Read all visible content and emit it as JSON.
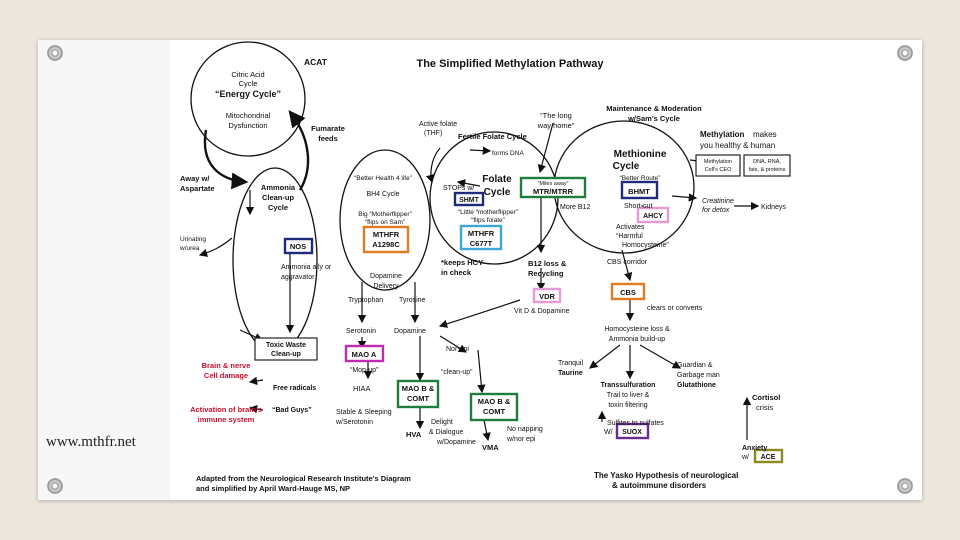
{
  "title": "The Simplified Methylation Pathway",
  "website": "www.mthfr.net",
  "acat": "ACAT",
  "energy_cycle": {
    "l1": "Citric Acid",
    "l2": "Cycle",
    "l3": "“Energy Cycle”",
    "l4": "Mitochondrial",
    "l5": "Dysfunction"
  },
  "fumarate": {
    "l1": "Fumarate",
    "l2": "feeds"
  },
  "aspartate": {
    "l1": "Away w/",
    "l2": "Aspartate"
  },
  "ammonia_cycle": {
    "l1": "Ammonia",
    "l2": "Clean-up",
    "l3": "Cycle"
  },
  "urinating": {
    "l1": "Urinating",
    "l2": "w/urea"
  },
  "nos": "NOS",
  "ammonia_ally": {
    "l1": "Ammonia ally or",
    "l2": "aggravator"
  },
  "toxic_waste": {
    "l1": "Toxic Waste",
    "l2": "Clean-up"
  },
  "brain": {
    "l1": "Brain & nerve",
    "l2": "Cell damage",
    "l3": "Activation of brain's",
    "l4": "immune system"
  },
  "free_radicals": "Free radicals",
  "bad_guys": "“Bad Guys”",
  "better_health": "“Better Health 4 life”",
  "bh4_cycle": "BH4 Cycle",
  "big_flipper": {
    "l1": "Big “Motherflipper”",
    "l2": "“flips on Sam”"
  },
  "mthfr_a1298c": {
    "l1": "MTHFR",
    "l2": "A1298C"
  },
  "dopamine_delivery": {
    "l1": "Dopamine",
    "l2": "Delivery"
  },
  "active_folate": {
    "l1": "Active folate",
    "l2": "(THF)"
  },
  "fertile_folate": "Fertile Folate Cycle",
  "forms_dna": "forms DNA",
  "folate_cycle": {
    "l1": "Folate",
    "l2": "Cycle"
  },
  "stops_w": "STOPs w/",
  "shmt": "SHMT",
  "little_flipper": {
    "l1": "“Little “motherflipper”",
    "l2": "“flips folate”"
  },
  "mthfr_c677t": {
    "l1": "MTHFR",
    "l2": "C677T"
  },
  "keeps_hcy": {
    "l1": "*keeps HCY",
    "l2": "in check"
  },
  "long_way": {
    "l1": "“The long",
    "l2": "way home”"
  },
  "miles_away": "“Miles away”",
  "mtr": "MTR/MTRR",
  "more_b12": "More B12",
  "b12_loss": {
    "l1": "B12 loss &",
    "l2": "Recycling"
  },
  "vdr": "VDR",
  "vit_d": "Vit D & Dopamine",
  "maintenance": {
    "l1": "Maintenance & Moderation",
    "l2": "w/Sam's Cycle"
  },
  "methionine": {
    "l1": "Methionine",
    "l2": "Cycle"
  },
  "better_route": "“Better Route”",
  "bhmt": "BHMT",
  "short_cut": "Short-cut",
  "ahcy": "AHCY",
  "activates": {
    "l1": "Activates",
    "l2": "“Harmful",
    "l3": "Homocysteine”"
  },
  "methylation": {
    "l1": "Methylation",
    "l2": "makes",
    "l3": "you healthy & human"
  },
  "ceo_box": {
    "l1": "Methylation",
    "l2": "Cell's CEO"
  },
  "dna_box": {
    "l1": "DNA, RNA,",
    "l2": "fats, & proteins"
  },
  "creatinine": {
    "l1": "Creatinine",
    "l2": "for detox"
  },
  "kidneys": "Kidneys",
  "cbs_corridor": "CBS corridor",
  "cbs": "CBS",
  "clears": "clears or converts",
  "homocysteine_loss": {
    "l1": "Homocysteine loss &",
    "l2": "Ammonia build-up"
  },
  "tranquil": {
    "l1": "Tranquil",
    "l2": "Taurine"
  },
  "guardian": {
    "l1": "Guardian &",
    "l2": "Garbage man",
    "l3": "Glutathione"
  },
  "transsulfuration": {
    "l1": "Transsulfuration",
    "l2": "Trail to liver &",
    "l3": "toxin filtering"
  },
  "sulfites": {
    "l1": "Sulfites to sulfates",
    "l2": "W/"
  },
  "suox": "SUOX",
  "cortisol": {
    "l1": "Cortisol",
    "l2": "crisis"
  },
  "anxiety": {
    "l1": "Anxiety",
    "l2": "w/"
  },
  "ace": "ACE",
  "tryptophan": "Tryptophan",
  "tyrosine": "Tyrosine",
  "serotonin": "Serotonin",
  "dopamine": "Dopamine",
  "nor_epi": "Nor-epi",
  "mao_a": "MAO A",
  "mop_up": "“Mop-up”",
  "clean_up": "“clean-up”",
  "hiaa": "HIAA",
  "stable": {
    "l1": "Stable & Sleeping",
    "l2": "w/Serotonin"
  },
  "mao_b_comt_1": {
    "l1": "MAO B &",
    "l2": "COMT"
  },
  "mao_b_comt_2": {
    "l1": "MAO B &",
    "l2": "COMT"
  },
  "hva": "HVA",
  "delight": {
    "l1": "Delight",
    "l2": "& Dialogue",
    "l3": "w/Dopamine"
  },
  "vma": "VMA",
  "no_napping": {
    "l1": "No napping",
    "l2": "w/nor epi"
  },
  "adapted": {
    "l1": "Adapted from the Neurological Research Institute's Diagram",
    "l2": "and simplified by April Ward-Hauge MS, NP"
  },
  "yasko": {
    "l1": "The Yasko Hypothesis of neurological",
    "l2": "& autoimmune disorders"
  },
  "colors": {
    "navy": "#1f2a7a",
    "orange": "#e07b22",
    "blue_light": "#3ea7d8",
    "green": "#1e7d3a",
    "magenta": "#c02cb0",
    "pink": "#e79ad8",
    "red": "#c8102e",
    "purple": "#6a2c91",
    "olive": "#8b8a1e"
  }
}
